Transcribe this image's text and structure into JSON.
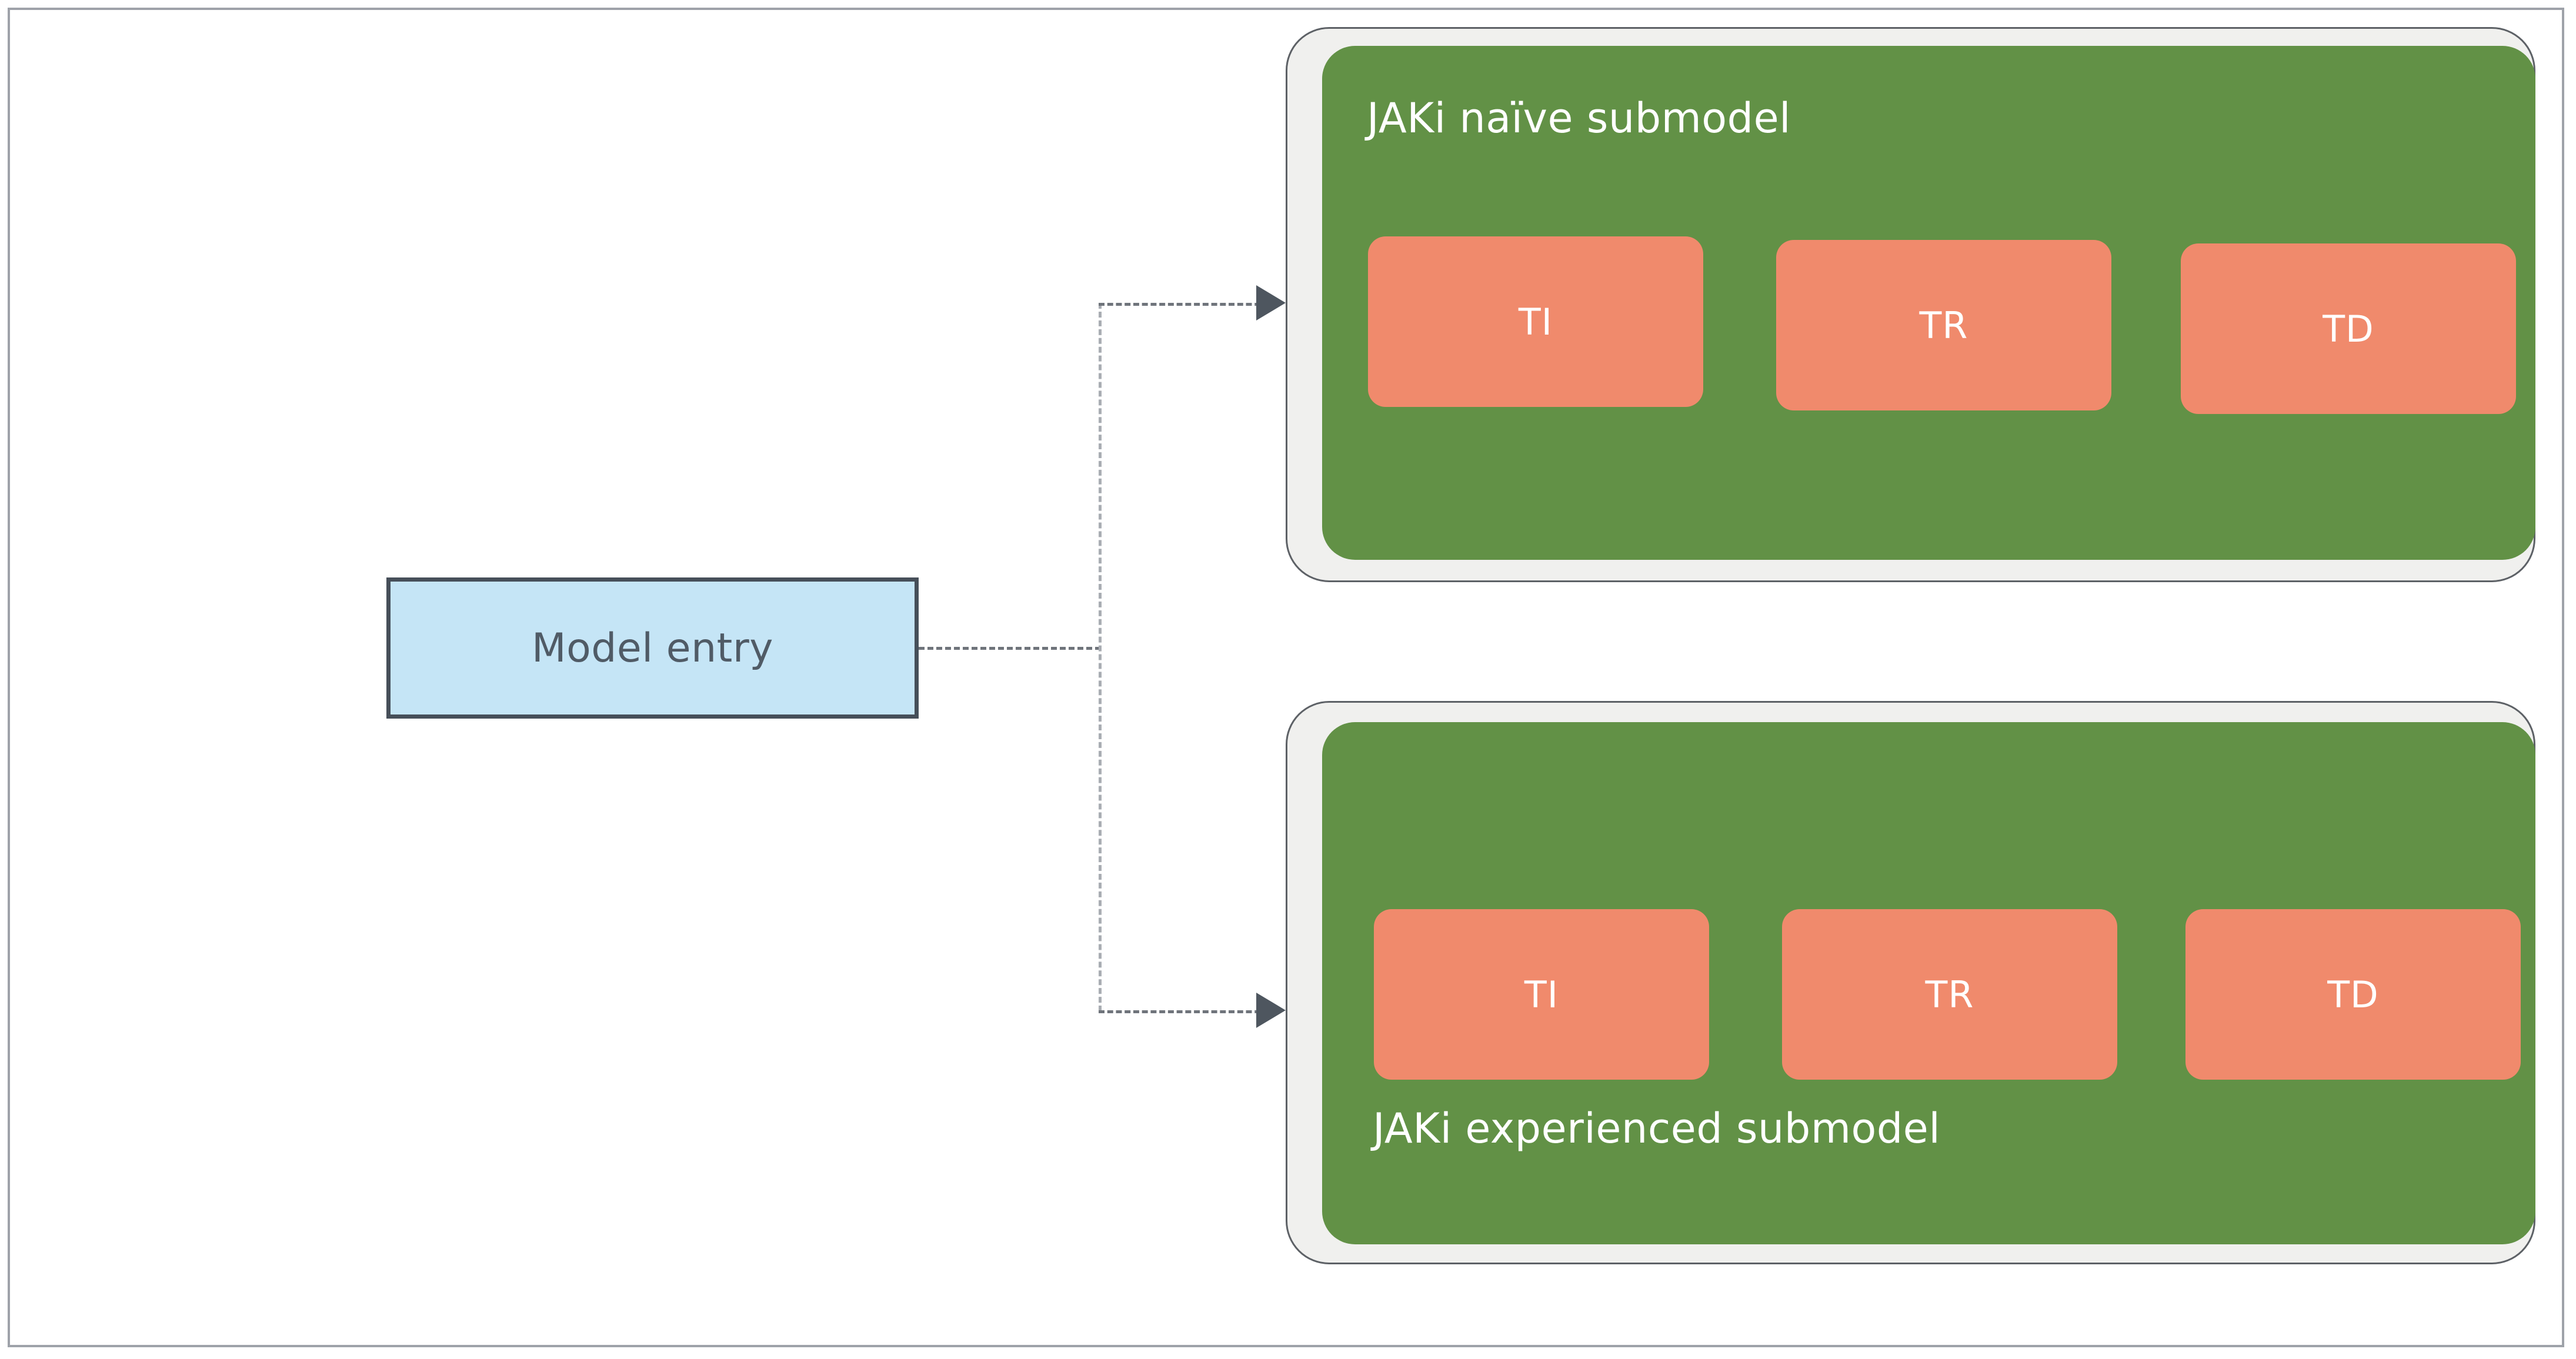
{
  "diagram": {
    "type": "flow-diagram",
    "background_color": "#ffffff",
    "frame_color": "#9ea2a9",
    "entry": {
      "label": "Model entry",
      "fill_color": "#c5e5f6",
      "border_color": "#464f59",
      "text_color": "#505b66"
    },
    "connector": {
      "style": "dash-dot",
      "line_color": "#6f747b",
      "arrow_color": "#4e565f",
      "branch_count": 2
    },
    "groups": [
      {
        "id": "naive",
        "title": "JAKi naïve submodel",
        "title_position": "top",
        "fill_color": "#629146",
        "frame_color": "#f0f0ee",
        "frame_border_color": "#5d6166",
        "title_color": "#ffffff",
        "nodes": [
          {
            "label": "TI",
            "fill_color": "#f08a6c",
            "text_color": "#ffffff"
          },
          {
            "label": "TR",
            "fill_color": "#f08a6c",
            "text_color": "#ffffff"
          },
          {
            "label": "TD",
            "fill_color": "#f08a6c",
            "text_color": "#ffffff"
          }
        ]
      },
      {
        "id": "experienced",
        "title": "JAKi experienced submodel",
        "title_position": "bottom",
        "fill_color": "#629146",
        "frame_color": "#f0f0ee",
        "frame_border_color": "#5d6166",
        "title_color": "#ffffff",
        "nodes": [
          {
            "label": "TI",
            "fill_color": "#f08a6c",
            "text_color": "#ffffff"
          },
          {
            "label": "TR",
            "fill_color": "#f08a6c",
            "text_color": "#ffffff"
          },
          {
            "label": "TD",
            "fill_color": "#f08a6c",
            "text_color": "#ffffff"
          }
        ]
      }
    ]
  }
}
